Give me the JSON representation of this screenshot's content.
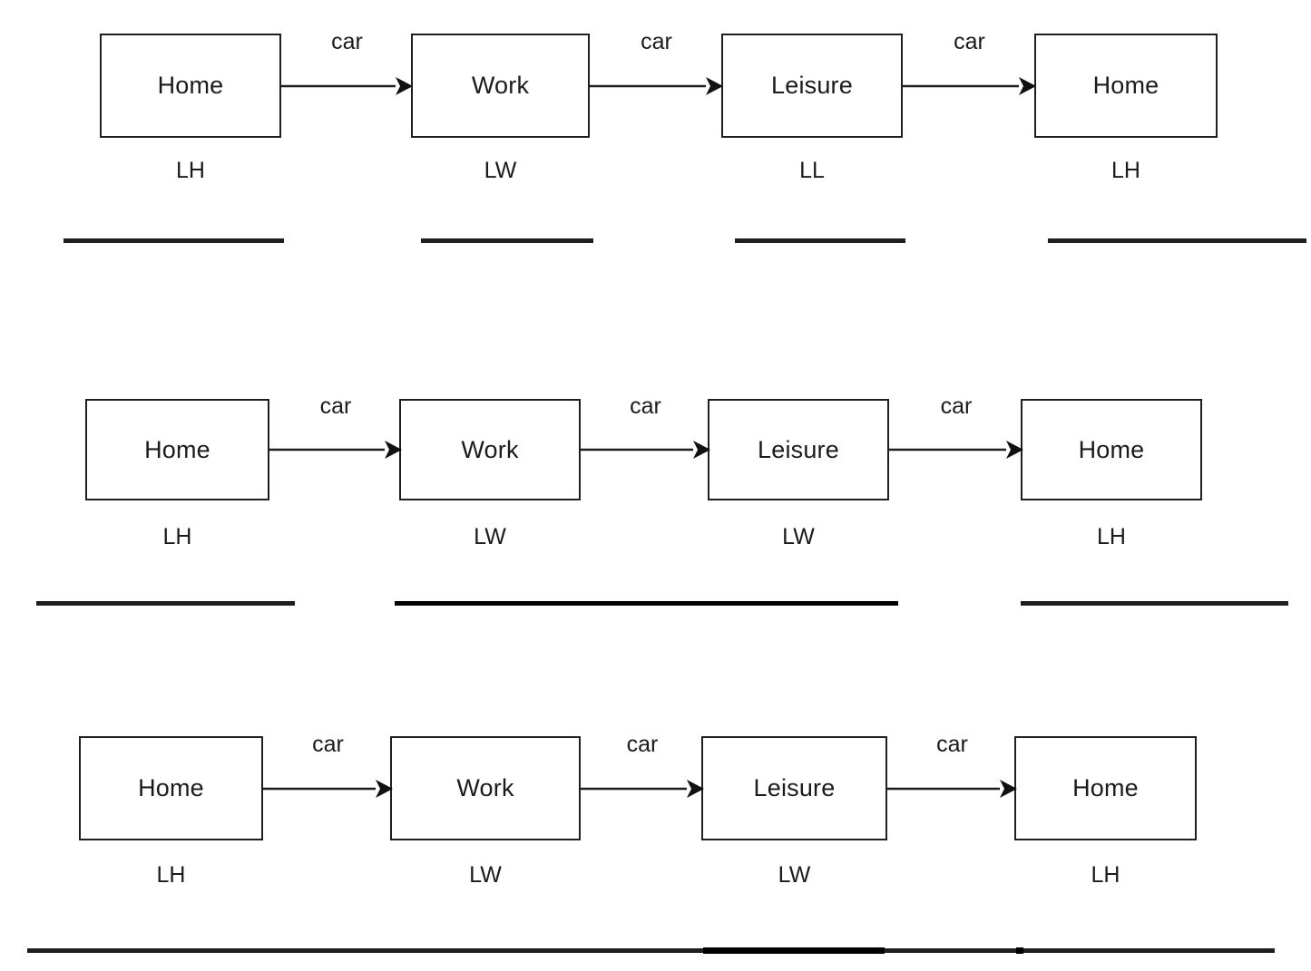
{
  "diagram": {
    "type": "activity-chain-timeline",
    "node_label_home": "Home",
    "node_label_work": "Work",
    "node_label_leisure": "Leisure",
    "edge_label_car": "car",
    "code_lh": "LH",
    "code_lw": "LW",
    "code_ll": "LL",
    "stroke_color": "#1f1f1f",
    "node_fill": "#ffffff",
    "background": "#ffffff",
    "rows": [
      {
        "id": "row-1",
        "nodes": [
          {
            "label": "Home",
            "code": "LH"
          },
          {
            "label": "Work",
            "code": "LW"
          },
          {
            "label": "Leisure",
            "code": "LL"
          },
          {
            "label": "Home",
            "code": "LH"
          }
        ],
        "edges": [
          {
            "label": "car"
          },
          {
            "label": "car"
          },
          {
            "label": "car"
          }
        ],
        "bar_segments": [
          {
            "span": "LH"
          },
          {
            "span": "LW"
          },
          {
            "span": "LL"
          },
          {
            "span": "LH"
          }
        ]
      },
      {
        "id": "row-2",
        "nodes": [
          {
            "label": "Home",
            "code": "LH"
          },
          {
            "label": "Work",
            "code": "LW"
          },
          {
            "label": "Leisure",
            "code": "LW"
          },
          {
            "label": "Home",
            "code": "LH"
          }
        ],
        "edges": [
          {
            "label": "car"
          },
          {
            "label": "car"
          },
          {
            "label": "car"
          }
        ],
        "bar_segments": [
          {
            "span": "LH"
          },
          {
            "span": "LW+LW"
          },
          {
            "span": "LH"
          }
        ]
      },
      {
        "id": "row-3",
        "nodes": [
          {
            "label": "Home",
            "code": "LH"
          },
          {
            "label": "Work",
            "code": "LW"
          },
          {
            "label": "Leisure",
            "code": "LW"
          },
          {
            "label": "Home",
            "code": "LH"
          }
        ],
        "edges": [
          {
            "label": "car"
          },
          {
            "label": "car"
          },
          {
            "label": "car"
          }
        ],
        "bar_segments": [
          {
            "span": "LH+LW+LW+LH"
          }
        ]
      }
    ]
  }
}
